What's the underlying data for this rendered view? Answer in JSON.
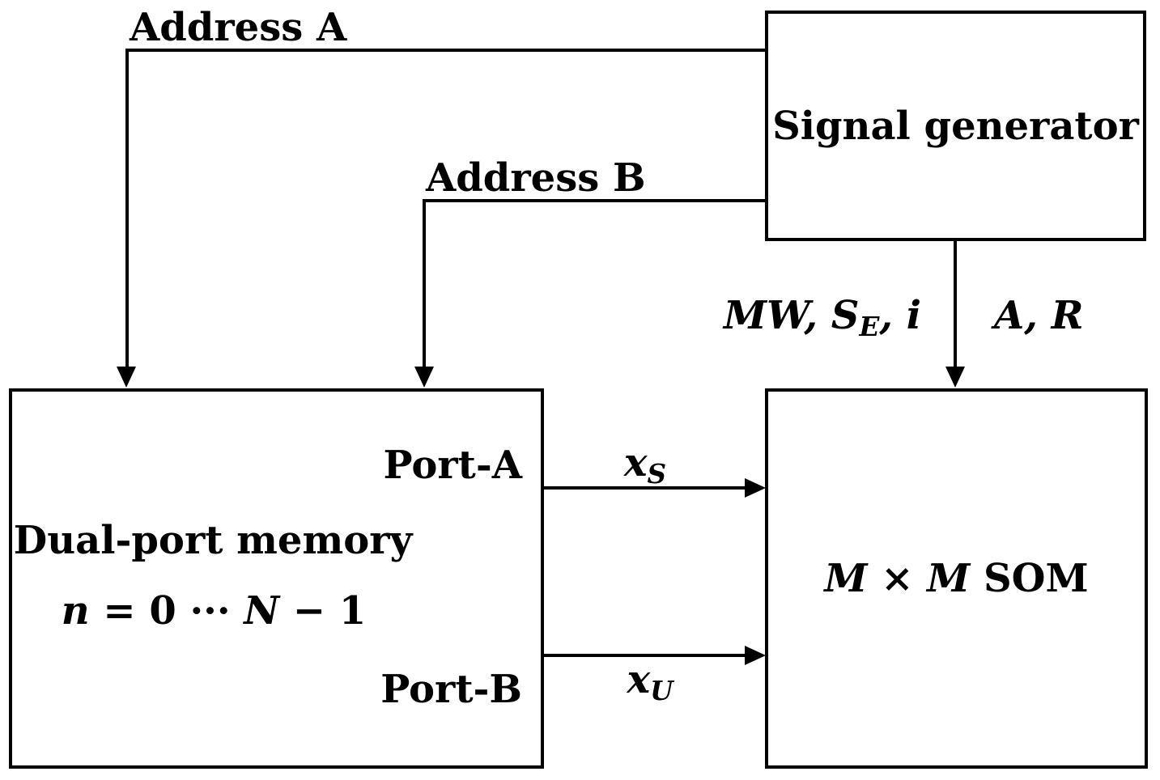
{
  "canvas": {
    "background": "#ffffff",
    "line_color": "#000000",
    "text_color": "#000000"
  },
  "signal_generator": {
    "label": "Signal generator"
  },
  "dual_port_memory": {
    "title": "Dual-port memory",
    "range": {
      "var_n": "n",
      "equals": "=",
      "zero": "0",
      "cdots": "···",
      "var_N": "N",
      "minus": "−",
      "one": "1"
    },
    "port_a": "Port-A",
    "port_b": "Port-B"
  },
  "som": {
    "m_left": "M",
    "times": "×",
    "m_right": "M",
    "name": "SOM"
  },
  "signals": {
    "address_a": "Address A",
    "address_b": "Address B",
    "mw_se_i": {
      "before_sub": "MW, S",
      "sub": "E",
      "after_sub": ", i"
    },
    "a_r": "A, R",
    "x_s": {
      "base": "x",
      "sub": "S"
    },
    "x_u": {
      "base": "x",
      "sub": "U"
    }
  }
}
